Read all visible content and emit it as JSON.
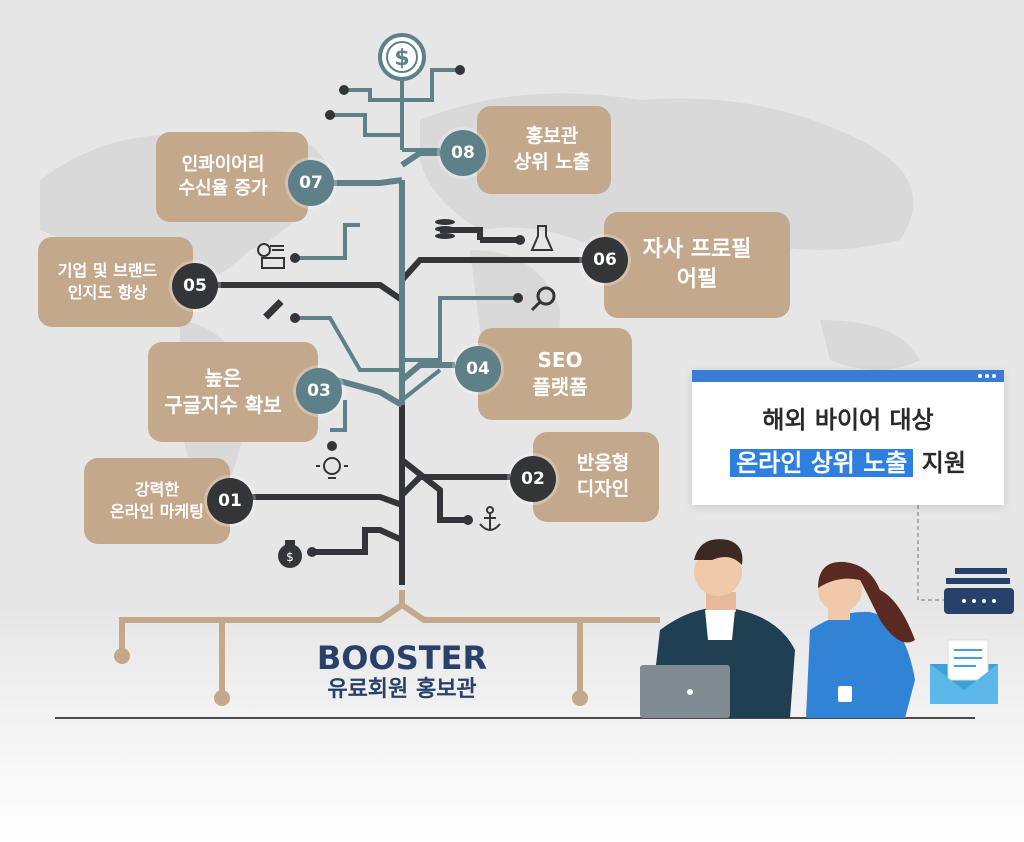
{
  "icons": {
    "top": "dollar-coin-icon",
    "list": [
      "chart-icon",
      "pencil-icon",
      "lightbulb-icon",
      "money-bag-icon",
      "database-icon",
      "flask-icon",
      "magnifier-icon",
      "anchor-icon",
      "printer-icon",
      "mail-icon"
    ]
  },
  "colors": {
    "box": "#c4a88c",
    "dark": "#333538",
    "teal": "#5e8089",
    "brand": "#27416b",
    "highlight": "#2f7fe0"
  },
  "items": [
    {
      "num": "01",
      "lines": [
        "강력한",
        "온라인 마케팅"
      ]
    },
    {
      "num": "02",
      "lines": [
        "반응형",
        "디자인"
      ]
    },
    {
      "num": "03",
      "lines": [
        "높은",
        "구글지수 확보"
      ]
    },
    {
      "num": "04",
      "lines": [
        "SEO",
        "플랫폼"
      ]
    },
    {
      "num": "05",
      "lines": [
        "기업 및 브랜드",
        "인지도 향상"
      ]
    },
    {
      "num": "06",
      "lines": [
        "자사 프로필",
        "어필"
      ]
    },
    {
      "num": "07",
      "lines": [
        "인콰이어리",
        "수신율 증가"
      ]
    },
    {
      "num": "08",
      "lines": [
        "홍보관",
        "상위 노출"
      ]
    }
  ],
  "brand": {
    "title": "BOOSTER",
    "subtitle": "유료회원 홍보관"
  },
  "callout": {
    "line1": "해외 바이어 대상",
    "highlight": "온라인 상위 노출",
    "suffix": "지원"
  }
}
